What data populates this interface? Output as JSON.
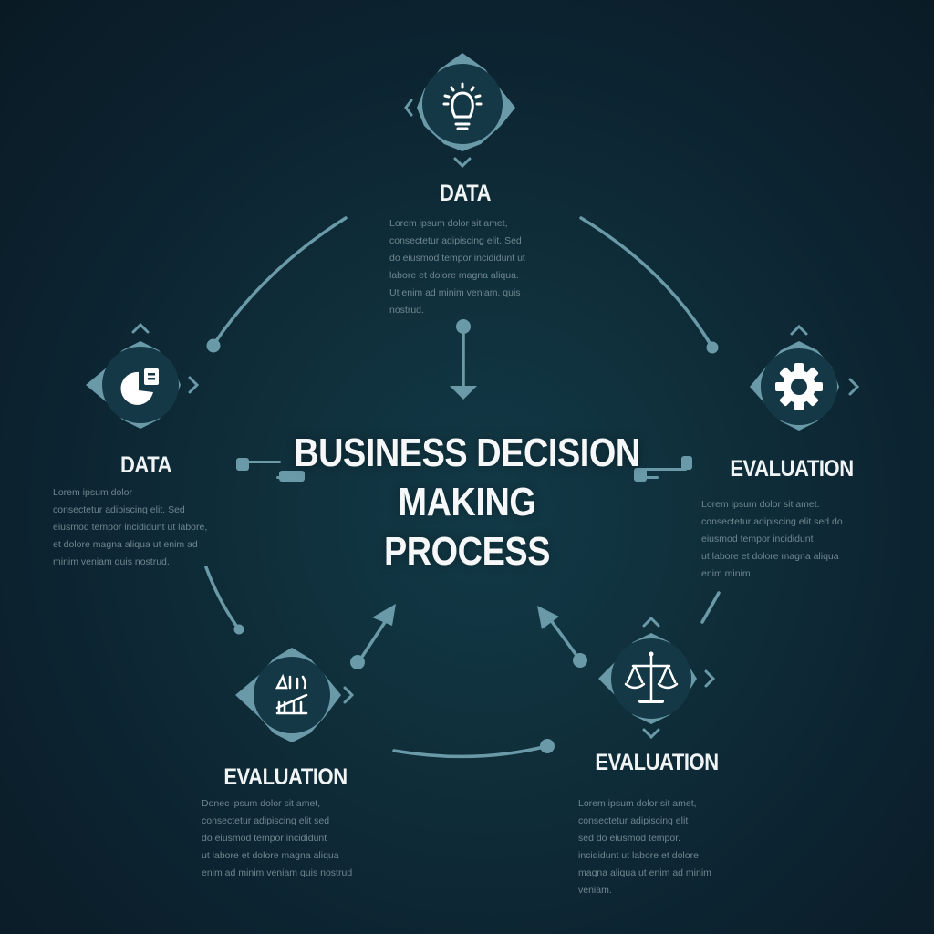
{
  "title": {
    "line1": "BUSINESS DECISION",
    "line2": "MAKING",
    "line3": "PROCESS"
  },
  "colors": {
    "background": "#0f2e3a",
    "accent": "#6a9aa8",
    "node_fill": "#143845",
    "text_primary": "#f1f4f5",
    "text_secondary": "#7f969e"
  },
  "nodes": [
    {
      "id": "top",
      "label": "DATA",
      "icon": "lightbulb-icon",
      "description": [
        "Lorem ipsum dolor sit amet,",
        "consectetur adipiscing elit. Sed",
        "do eiusmod tempor incididunt ut",
        "labore et dolore magna aliqua.",
        "Ut enim ad minim veniam, quis",
        "nostrud."
      ]
    },
    {
      "id": "left",
      "label": "DATA",
      "icon": "pie-chart-icon",
      "description": [
        "Lorem ipsum dolor",
        "consectetur adipiscing elit. Sed",
        "eiusmod tempor incididunt ut labore,",
        "et dolore magna aliqua ut enim ad",
        "minim veniam quis nostrud."
      ]
    },
    {
      "id": "right",
      "label": "EVALUATION",
      "icon": "gear-icon",
      "description": [
        "Lorem ipsum dolor sit amet.",
        "consectetur adipiscing elit sed do",
        "eiusmod tempor incididunt",
        "ut labore et dolore magna aliqua",
        "enim minim."
      ]
    },
    {
      "id": "bottom-left",
      "label": "EVALUATION",
      "icon": "analytics-chart-icon",
      "description": [
        "Donec ipsum dolor sit amet,",
        "consectetur adipiscing elit sed",
        "do eiusmod tempor incididunt",
        "ut labore et dolore magna aliqua",
        "enim ad minim veniam quis nostrud"
      ]
    },
    {
      "id": "bottom-right",
      "label": "EVALUATION",
      "icon": "scales-of-justice-icon",
      "description": [
        "Lorem ipsum dolor sit amet,",
        "consectetur adipiscing elit",
        "sed do eiusmod tempor.",
        "incididunt ut labore et dolore",
        "magna aliqua ut enim ad minim",
        "veniam."
      ]
    }
  ]
}
